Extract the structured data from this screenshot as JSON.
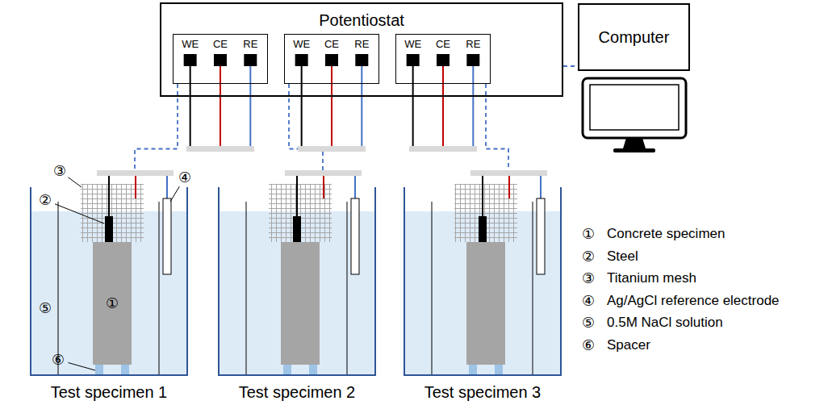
{
  "diagram": {
    "nodes": [
      {
        "text": [
          "Potentiostat"
        ]
      },
      {
        "text": [
          "WE",
          "CE",
          "RE"
        ],
        "in": 0
      },
      {
        "text": [
          "WE",
          "CE",
          "RE"
        ],
        "in": 0
      },
      {
        "text": [
          "WE",
          "CE",
          "RE"
        ],
        "in": 0
      },
      {
        "text": [
          "Computer"
        ]
      },
      {
        "text": [
          "Test specimen 1"
        ]
      },
      {
        "text": [
          "Test specimen 2"
        ]
      },
      {
        "text": [
          "Test specimen 3"
        ]
      }
    ],
    "edges": [
      {
        "from": 0,
        "to": 4,
        "arrow": "none"
      },
      {
        "from": 1,
        "to": 5,
        "arrow": "none"
      },
      {
        "from": 2,
        "to": 6,
        "arrow": "none"
      },
      {
        "from": 3,
        "to": 7,
        "arrow": "none"
      }
    ],
    "labels": [
      "③",
      "②",
      "④",
      "①",
      "⑤",
      "⑥",
      "①",
      "Concrete specimen",
      "②",
      "Steel",
      "③",
      "Titanium mesh",
      "④",
      "Ag/AgCl reference electrode",
      "⑤",
      "0.5M NaCl solution",
      "⑥",
      "Spacer"
    ]
  }
}
